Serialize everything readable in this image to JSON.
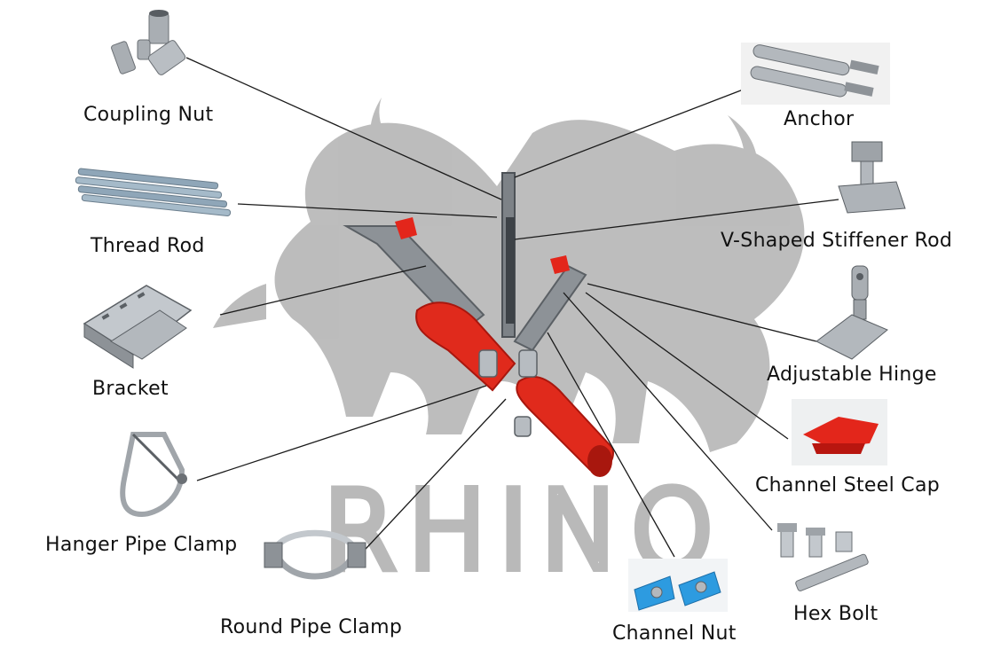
{
  "brand": {
    "watermark_text": "RHINO",
    "watermark_color": "#b9b9b9"
  },
  "colors": {
    "pipe": "#e02a1c",
    "pipe_dark": "#a8170e",
    "steel": "#9ea3a8",
    "steel_dark": "#6b7075",
    "cap_red": "#e3261b",
    "nut_blue": "#2d9be0",
    "leader": "#1a1a1a"
  },
  "components": [
    {
      "id": "coupling-nut",
      "label": "Coupling Nut",
      "icon": "coupling-nut-icon"
    },
    {
      "id": "anchor",
      "label": "Anchor",
      "icon": "anchor-bolt-icon"
    },
    {
      "id": "thread-rod",
      "label": "Thread Rod",
      "icon": "thread-rod-icon"
    },
    {
      "id": "v-shaped-stiffener-rod",
      "label": "V-Shaped Stiffener Rod",
      "icon": "stiffener-rod-icon"
    },
    {
      "id": "bracket",
      "label": "Bracket",
      "icon": "channel-bracket-icon"
    },
    {
      "id": "adjustable-hinge",
      "label": "Adjustable Hinge",
      "icon": "hinge-icon"
    },
    {
      "id": "channel-steel-cap",
      "label": "Channel Steel Cap",
      "icon": "channel-cap-icon"
    },
    {
      "id": "hanger-pipe-clamp",
      "label": "Hanger Pipe Clamp",
      "icon": "hanger-clamp-icon"
    },
    {
      "id": "round-pipe-clamp",
      "label": "Round Pipe Clamp",
      "icon": "round-clamp-icon"
    },
    {
      "id": "channel-nut",
      "label": "Channel Nut",
      "icon": "channel-nut-icon"
    },
    {
      "id": "hex-bolt",
      "label": "Hex Bolt",
      "icon": "hex-bolt-icon"
    }
  ]
}
